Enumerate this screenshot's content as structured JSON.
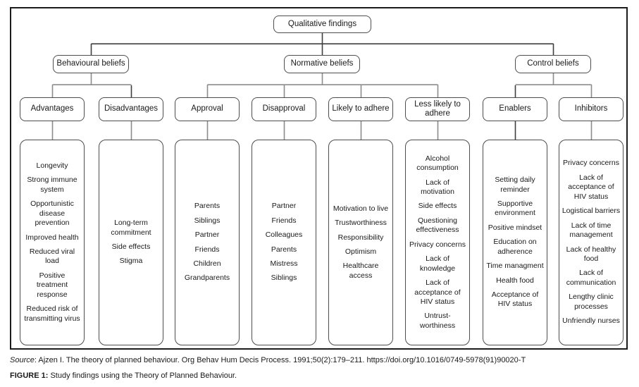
{
  "figure": {
    "root": {
      "label": "Qualitative findings"
    },
    "branches": [
      {
        "label": "Behavioural beliefs"
      },
      {
        "label": "Normative beliefs"
      },
      {
        "label": "Control beliefs"
      }
    ],
    "columns": [
      {
        "header": "Advantages",
        "items": [
          "Longevity",
          "Strong immune system",
          "Opportunistic disease prevention",
          "Improved health",
          "Reduced viral load",
          "Positive treatment response",
          "Reduced risk of transmitting virus"
        ]
      },
      {
        "header": "Disadvantages",
        "items": [
          "Long-term commitment",
          "Side effects",
          "Stigma"
        ]
      },
      {
        "header": "Approval",
        "items": [
          "Parents",
          "Siblings",
          "Partner",
          "Friends",
          "Children",
          "Grandparents"
        ]
      },
      {
        "header": "Disapproval",
        "items": [
          "Partner",
          "Friends",
          "Colleagues",
          "Parents",
          "Mistress",
          "Siblings"
        ]
      },
      {
        "header": "Likely to adhere",
        "items": [
          "Motivation to live",
          "Trustworthiness",
          "Responsibility",
          "Optimism",
          "Healthcare access"
        ]
      },
      {
        "header": "Less likely to adhere",
        "items": [
          "Alcohol consumption",
          "Lack of motivation",
          "Side effects",
          "Questioning effectiveness",
          "Privacy concerns",
          "Lack of knowledge",
          "Lack of acceptance of HIV status",
          "Untrust-worthiness"
        ]
      },
      {
        "header": "Enablers",
        "items": [
          "Setting daily reminder",
          "Supportive environment",
          "Positive mindset",
          "Education on adherence",
          "Time managment",
          "Health food",
          "Acceptance of HIV status"
        ]
      },
      {
        "header": "Inhibitors",
        "items": [
          "Privacy concerns",
          "Lack of acceptance of HIV status",
          "Logistical barriers",
          "Lack of time management",
          "Lack of healthy food",
          "Lack of communication",
          "Lengthy clinic processes",
          "Unfriendly nurses"
        ]
      }
    ]
  },
  "footer": {
    "source_label": "Source",
    "source_text": ": Ajzen I. The theory of planned behaviour. Org Behav Hum Decis Process. 1991;50(2):179–211. https://doi.org/10.1016/0749-5978(91)90020-T",
    "figure_label": "FIGURE 1:",
    "figure_text": " Study findings using the Theory of Planned Behaviour."
  },
  "colors": {
    "line_gray": "#8c8c8c",
    "line_dark": "#3f3f3f",
    "box_border": "#4d4d4d"
  }
}
